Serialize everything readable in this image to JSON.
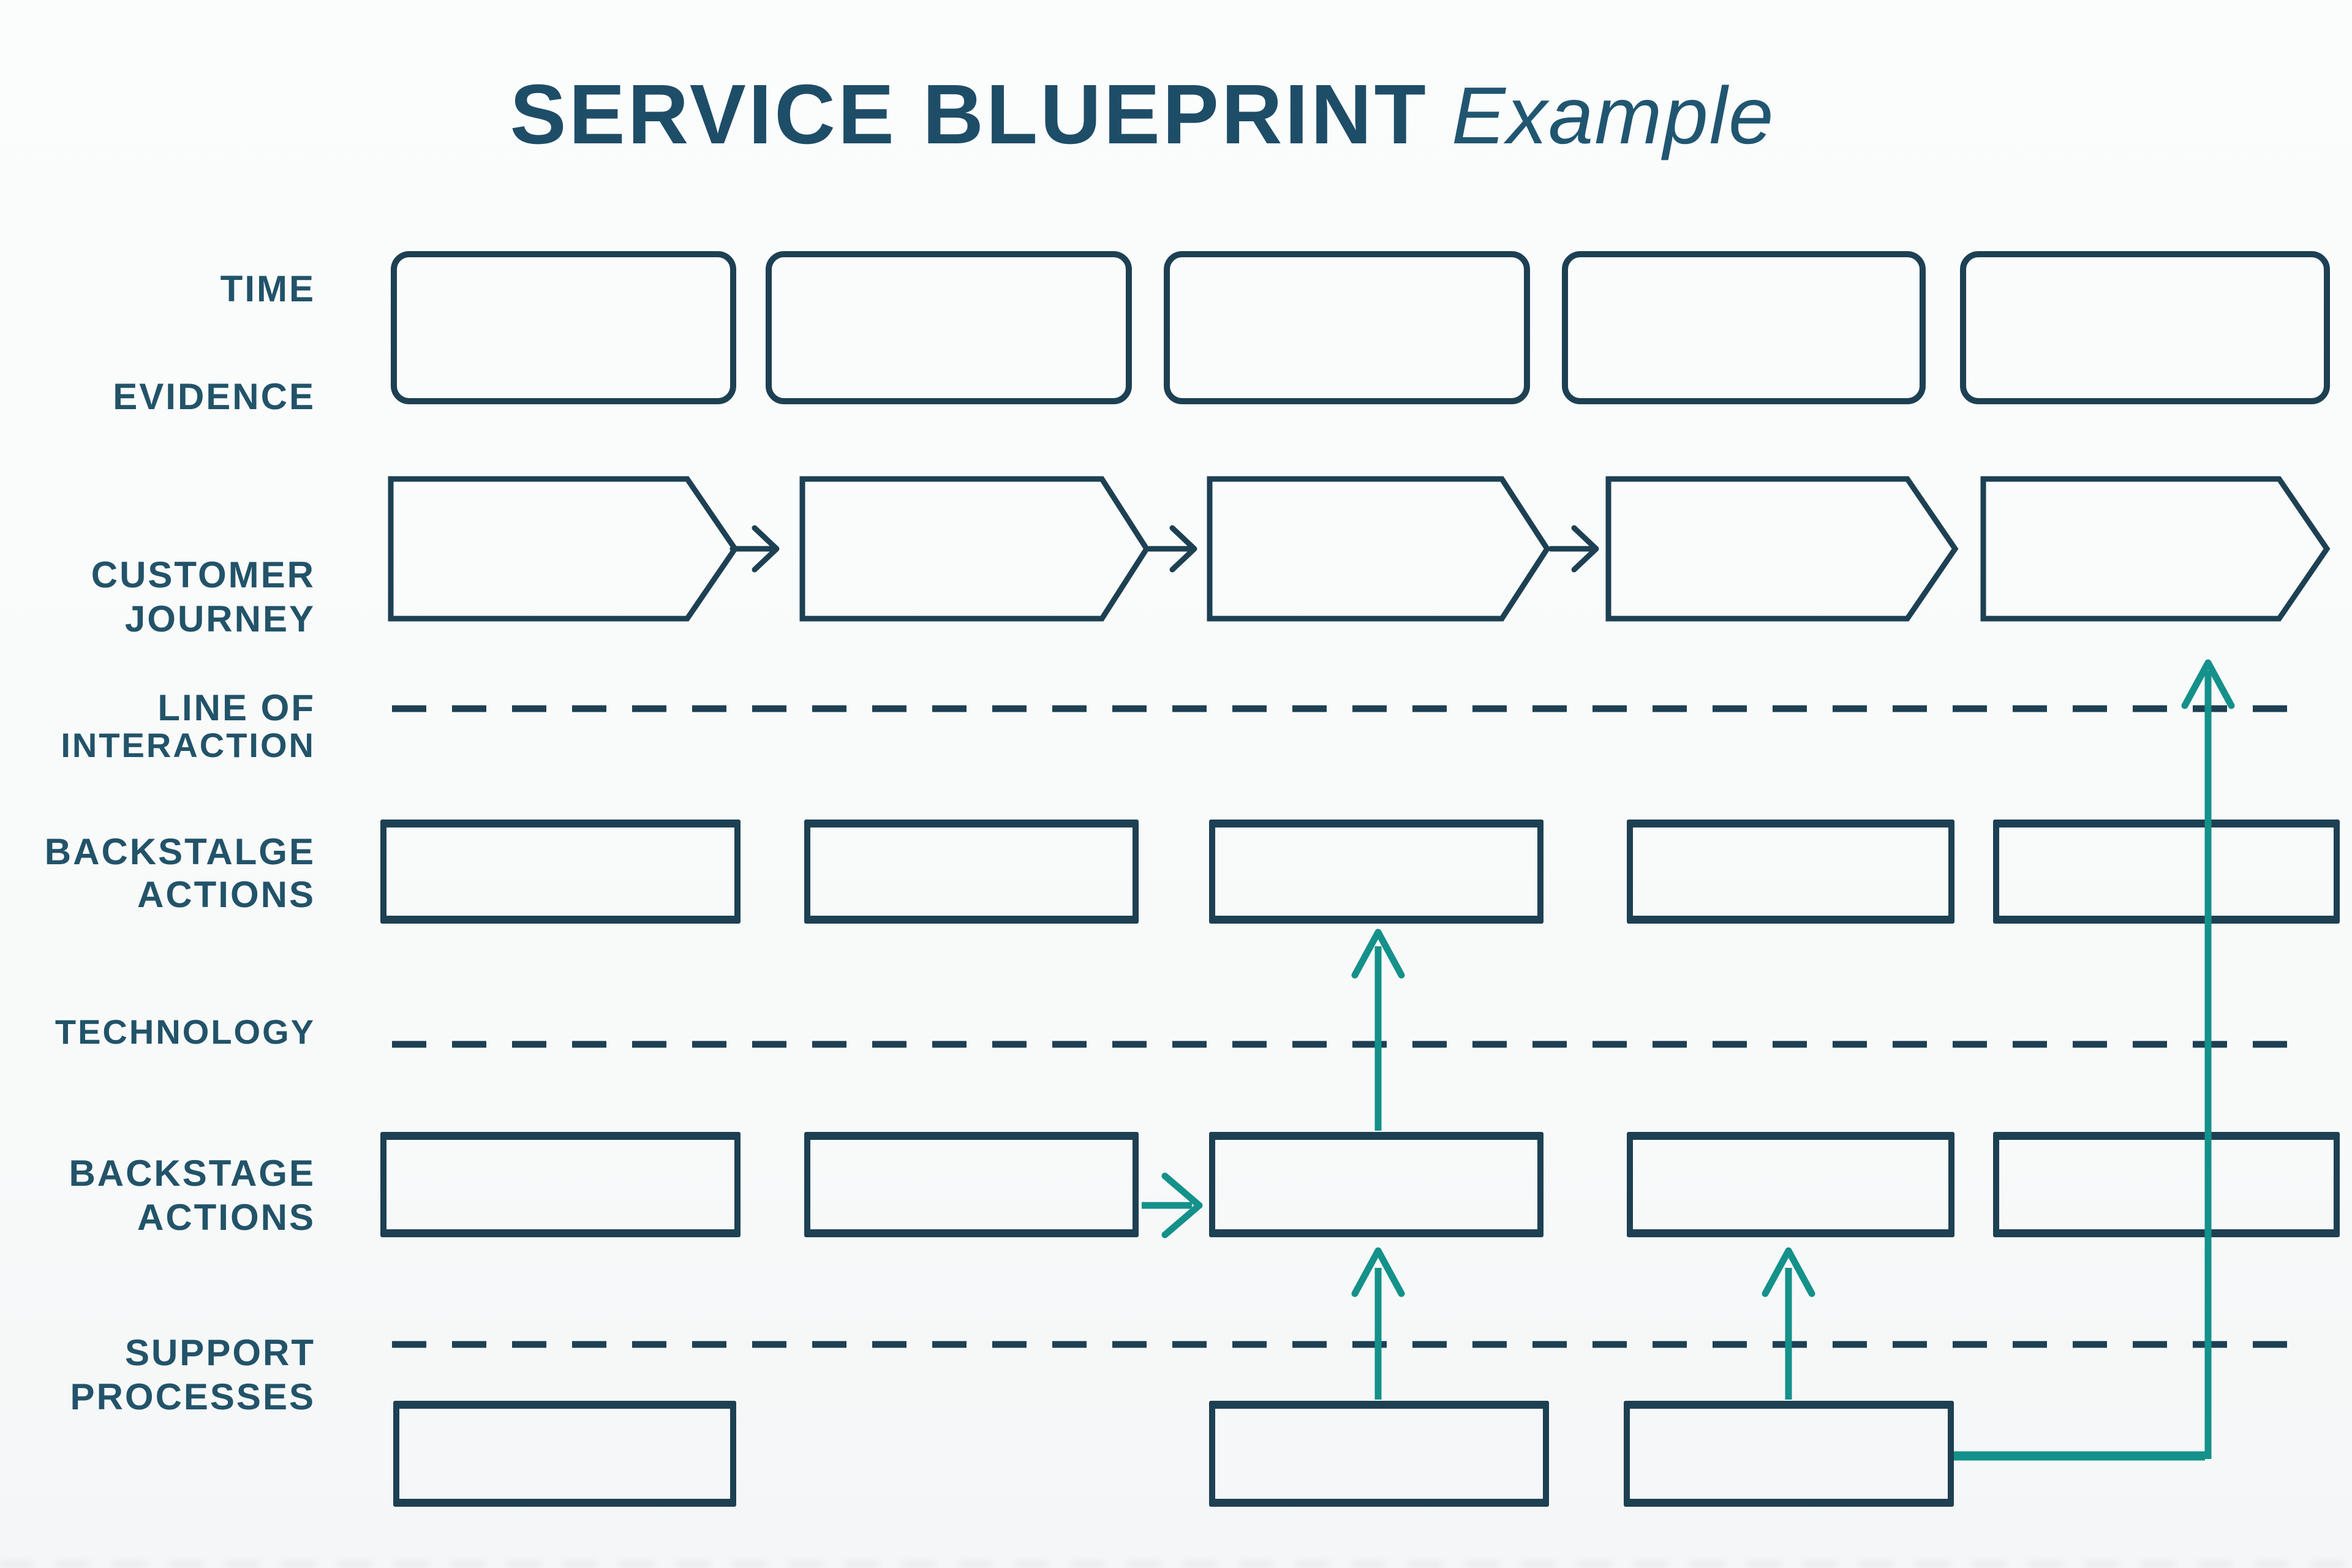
{
  "title": {
    "main": "SERVICE BLUEPRINT",
    "suffix": "Example"
  },
  "sidebar_labels": {
    "time": "TIME",
    "evidence": "EVIDENCE",
    "customer_journey": [
      "CUSTOMER",
      "JOURNEY"
    ],
    "line_of_interaction": [
      "LINE OF",
      "INTERACTION"
    ],
    "frontstage_actions": [
      "BACKSTALGE",
      "ACTIONS"
    ],
    "technology": "TECHNOLOGY",
    "backstage_actions": [
      "BACKSTAGE",
      "ACTIONS"
    ],
    "support_processes": [
      "SUPPORT",
      "PROCESSES"
    ]
  },
  "diagram": {
    "evidence_boxes": 5,
    "customer_journey_steps": 5,
    "journey_connector_arrows": 3,
    "frontstage_action_boxes": 5,
    "backstage_action_boxes": 5,
    "support_process_boxes": 3,
    "teal_up_arrows": 3,
    "teal_right_arrows": 1,
    "teal_feedback_paths": 1
  },
  "icons": {
    "journey_connector": "right-arrow-icon",
    "backstage_connector": "right-arrow-icon",
    "technology_connector": "up-arrow-icon",
    "support_connector": "up-arrow-icon",
    "feedback_path": "elbow-up-arrow-icon"
  },
  "colors": {
    "ink": "#1d4053",
    "label_text": "#225369",
    "title_text": "#1e4d68",
    "teal_accent": "#14918a",
    "background": "#fafbfb"
  }
}
